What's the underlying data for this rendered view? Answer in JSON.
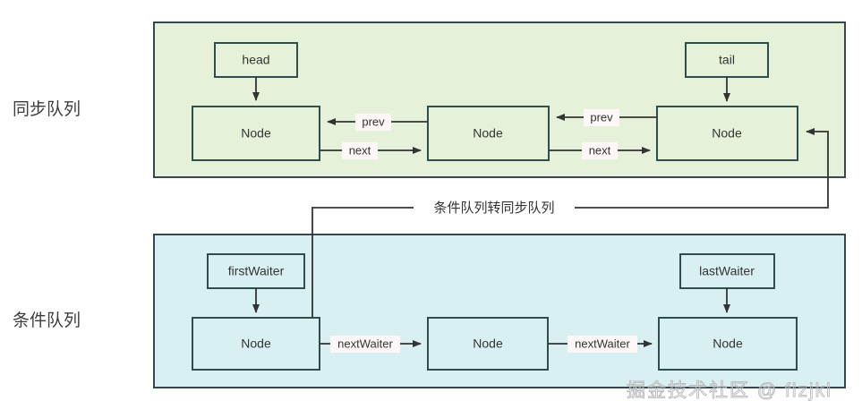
{
  "diagram": {
    "title_sync": "同步队列",
    "title_condition": "条件队列",
    "watermark": "掘金技术社区 @ flzjkl",
    "colors": {
      "sync_fill": "#e5f2d9",
      "condition_fill": "#d9f0f2",
      "border": "#37474f",
      "node_border": "#2f4f4f",
      "connector": "#333333",
      "text": "#333333",
      "watermark": "#b9b9b9"
    }
  },
  "sync_queue": {
    "region_label": "同步队列",
    "pointers": [
      {
        "name": "head",
        "label": "head"
      },
      {
        "name": "tail",
        "label": "tail"
      }
    ],
    "nodes": [
      {
        "label": "Node"
      },
      {
        "label": "Node"
      },
      {
        "label": "Node"
      }
    ],
    "edges": [
      {
        "label": "prev",
        "from": "node-2",
        "to": "node-1"
      },
      {
        "label": "next",
        "from": "node-1",
        "to": "node-2"
      },
      {
        "label": "prev",
        "from": "node-3",
        "to": "node-2"
      },
      {
        "label": "next",
        "from": "node-2",
        "to": "node-3"
      }
    ]
  },
  "condition_queue": {
    "region_label": "条件队列",
    "pointers": [
      {
        "name": "firstWaiter",
        "label": "firstWaiter"
      },
      {
        "name": "lastWaiter",
        "label": "lastWaiter"
      }
    ],
    "nodes": [
      {
        "label": "Node"
      },
      {
        "label": "Node"
      },
      {
        "label": "Node"
      }
    ],
    "edges": [
      {
        "label": "nextWaiter",
        "from": "node-1",
        "to": "node-2"
      },
      {
        "label": "nextWaiter",
        "from": "node-2",
        "to": "node-3"
      }
    ]
  },
  "transfer": {
    "label": "条件队列转同步队列",
    "from": "condition-first-node",
    "to": "sync-last-node"
  }
}
